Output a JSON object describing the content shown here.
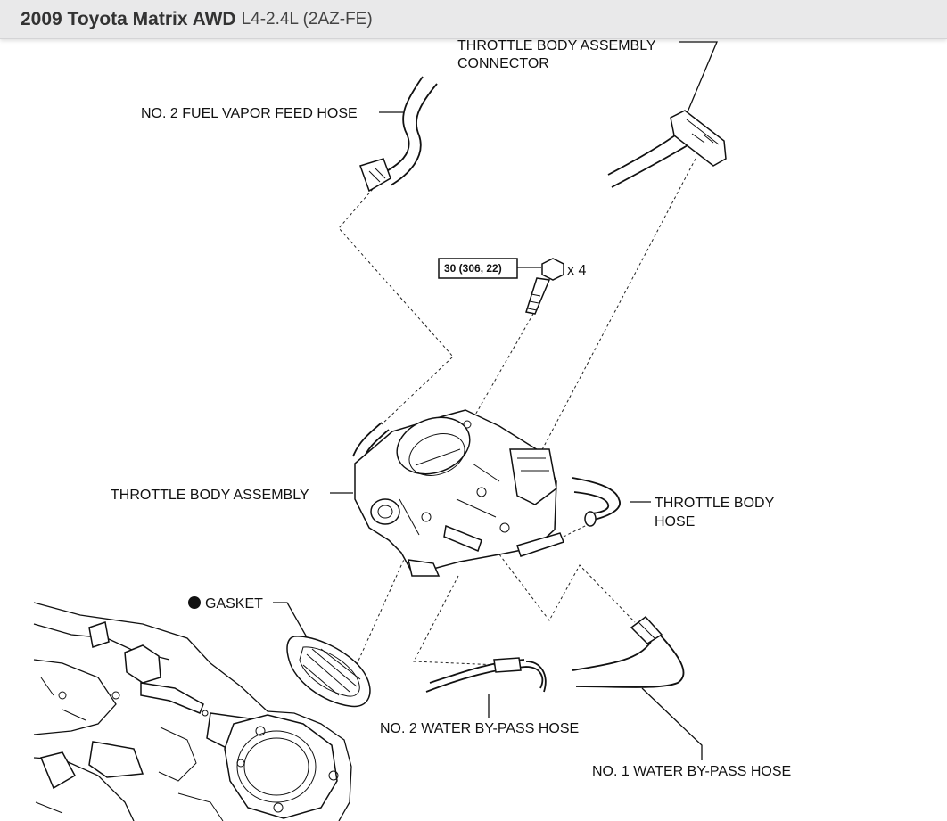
{
  "header": {
    "title_main": "2009 Toyota Matrix AWD",
    "title_engine": "L4-2.4L (2AZ-FE)"
  },
  "labels": {
    "tb_connector_line1": "THROTTLE BODY ASSEMBLY",
    "tb_connector_line2": "CONNECTOR",
    "fuel_vapor_hose": "NO. 2 FUEL VAPOR FEED HOSE",
    "torque_spec": "30 (306, 22)",
    "bolt_qty": "x 4",
    "throttle_body_assembly": "THROTTLE BODY ASSEMBLY",
    "tb_hose_line1": "THROTTLE BODY",
    "tb_hose_line2": "HOSE",
    "gasket": "GASKET",
    "water_bypass_2": "NO. 2 WATER BY-PASS HOSE",
    "water_bypass_1": "NO. 1 WATER BY-PASS HOSE"
  },
  "colors": {
    "header_bg": "#e9e9ea",
    "line": "#111111"
  }
}
